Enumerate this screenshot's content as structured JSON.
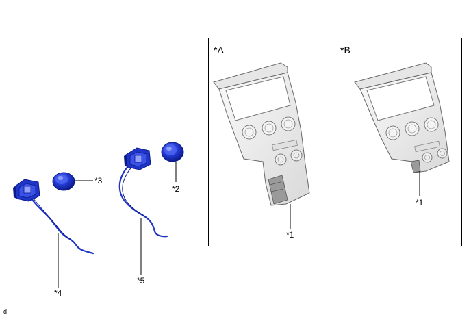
{
  "panels": {
    "a": {
      "label": "*A",
      "callout": "*1"
    },
    "b": {
      "label": "*B",
      "callout": "*1"
    }
  },
  "parts": {
    "knob_small": "*3",
    "knob_large": "*2",
    "switch_left_harness": "*4",
    "switch_right_harness": "*5"
  },
  "corner_mark": "d",
  "colors": {
    "part_blue": "#1f35c8",
    "part_blue_dark": "#0b1a8a",
    "panel_fill": "#f2f2f2",
    "panel_stroke": "#666666",
    "frame": "#000000"
  }
}
